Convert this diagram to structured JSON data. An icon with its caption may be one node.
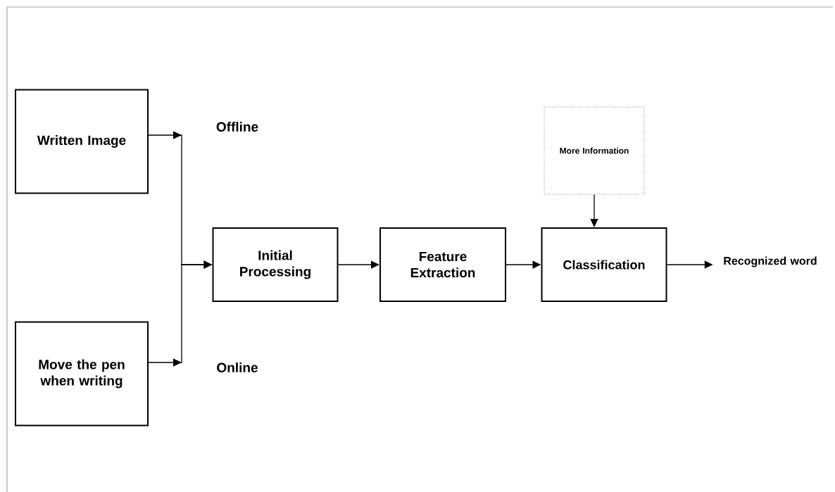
{
  "diagram": {
    "nodes": [
      {
        "text": [
          "Written Image"
        ]
      },
      {
        "text": [
          "Move the pen when writing"
        ]
      },
      {
        "text": [
          "Initial Processing"
        ]
      },
      {
        "text": [
          "Feature Extraction"
        ]
      },
      {
        "text": [
          "More Information"
        ]
      },
      {
        "text": [
          "Classification"
        ]
      },
      {
        "text": [
          "Recognized word"
        ]
      }
    ],
    "edges": [
      {
        "from": 0,
        "to": 2,
        "arrow": "to"
      },
      {
        "from": 1,
        "to": 2,
        "arrow": "to"
      },
      {
        "from": 2,
        "to": 3,
        "arrow": "to"
      },
      {
        "from": 3,
        "to": 5,
        "arrow": "to"
      },
      {
        "from": 4,
        "to": 5,
        "arrow": "to"
      },
      {
        "from": 5,
        "to": 6,
        "arrow": "to"
      }
    ],
    "labels": [
      "Offline",
      "Online"
    ]
  }
}
